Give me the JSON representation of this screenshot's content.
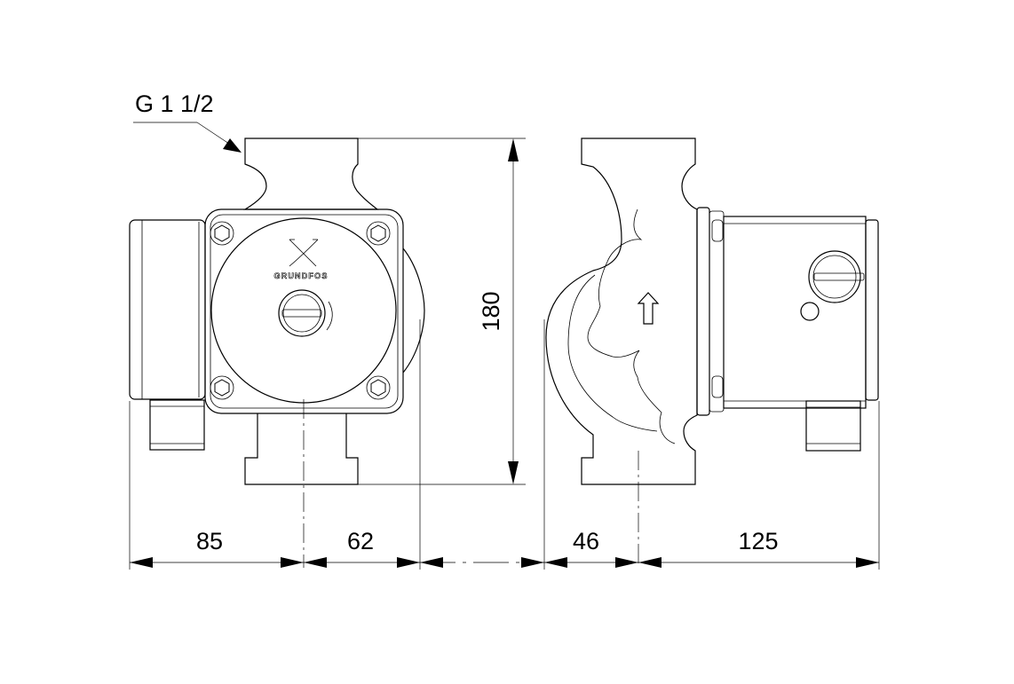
{
  "drawing": {
    "thread_label": "G 1 1/2",
    "brand_logo_text": "GRUNDFOS",
    "dimensions": {
      "height": "180",
      "front_left_width": "85",
      "front_right_width": "62",
      "side_left_width": "46",
      "side_right_width": "125"
    }
  }
}
